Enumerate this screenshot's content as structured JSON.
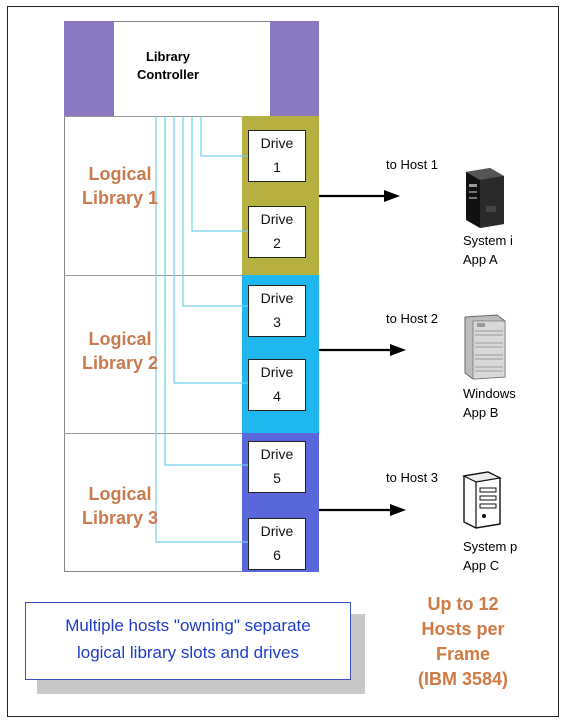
{
  "controller": {
    "line1": "Library",
    "line2": "Controller"
  },
  "libraries": [
    {
      "line1": "Logical",
      "line2": "Library 1"
    },
    {
      "line1": "Logical",
      "line2": "Library 2"
    },
    {
      "line1": "Logical",
      "line2": "Library 3"
    }
  ],
  "drives": [
    {
      "label": "Drive",
      "number": "1"
    },
    {
      "label": "Drive",
      "number": "2"
    },
    {
      "label": "Drive",
      "number": "3"
    },
    {
      "label": "Drive",
      "number": "4"
    },
    {
      "label": "Drive",
      "number": "5"
    },
    {
      "label": "Drive",
      "number": "6"
    }
  ],
  "hosts": [
    {
      "arrow_label": "to Host 1",
      "system": "System i",
      "app": "App A",
      "icon": "server-tower-icon"
    },
    {
      "arrow_label": "to Host 2",
      "system": "Windows",
      "app": "App B",
      "icon": "server-rack-icon"
    },
    {
      "arrow_label": "to Host 3",
      "system": "System p",
      "app": "App C",
      "icon": "desktop-tower-icon"
    }
  ],
  "caption": {
    "line1": "Multiple hosts \"owning\" separate",
    "line2": "logical library slots and drives"
  },
  "note": {
    "line1": "Up to 12",
    "line2": "Hosts per",
    "line3": "Frame",
    "line4": "(IBM 3584)"
  },
  "colors": {
    "controller": "#8a78c0",
    "library1": "#b5b040",
    "library2": "#1fb8ee",
    "library3": "#5a68dc",
    "connector": "#6fd0ef",
    "library_text": "#c97a4e",
    "caption_text": "#1f3cc8"
  }
}
